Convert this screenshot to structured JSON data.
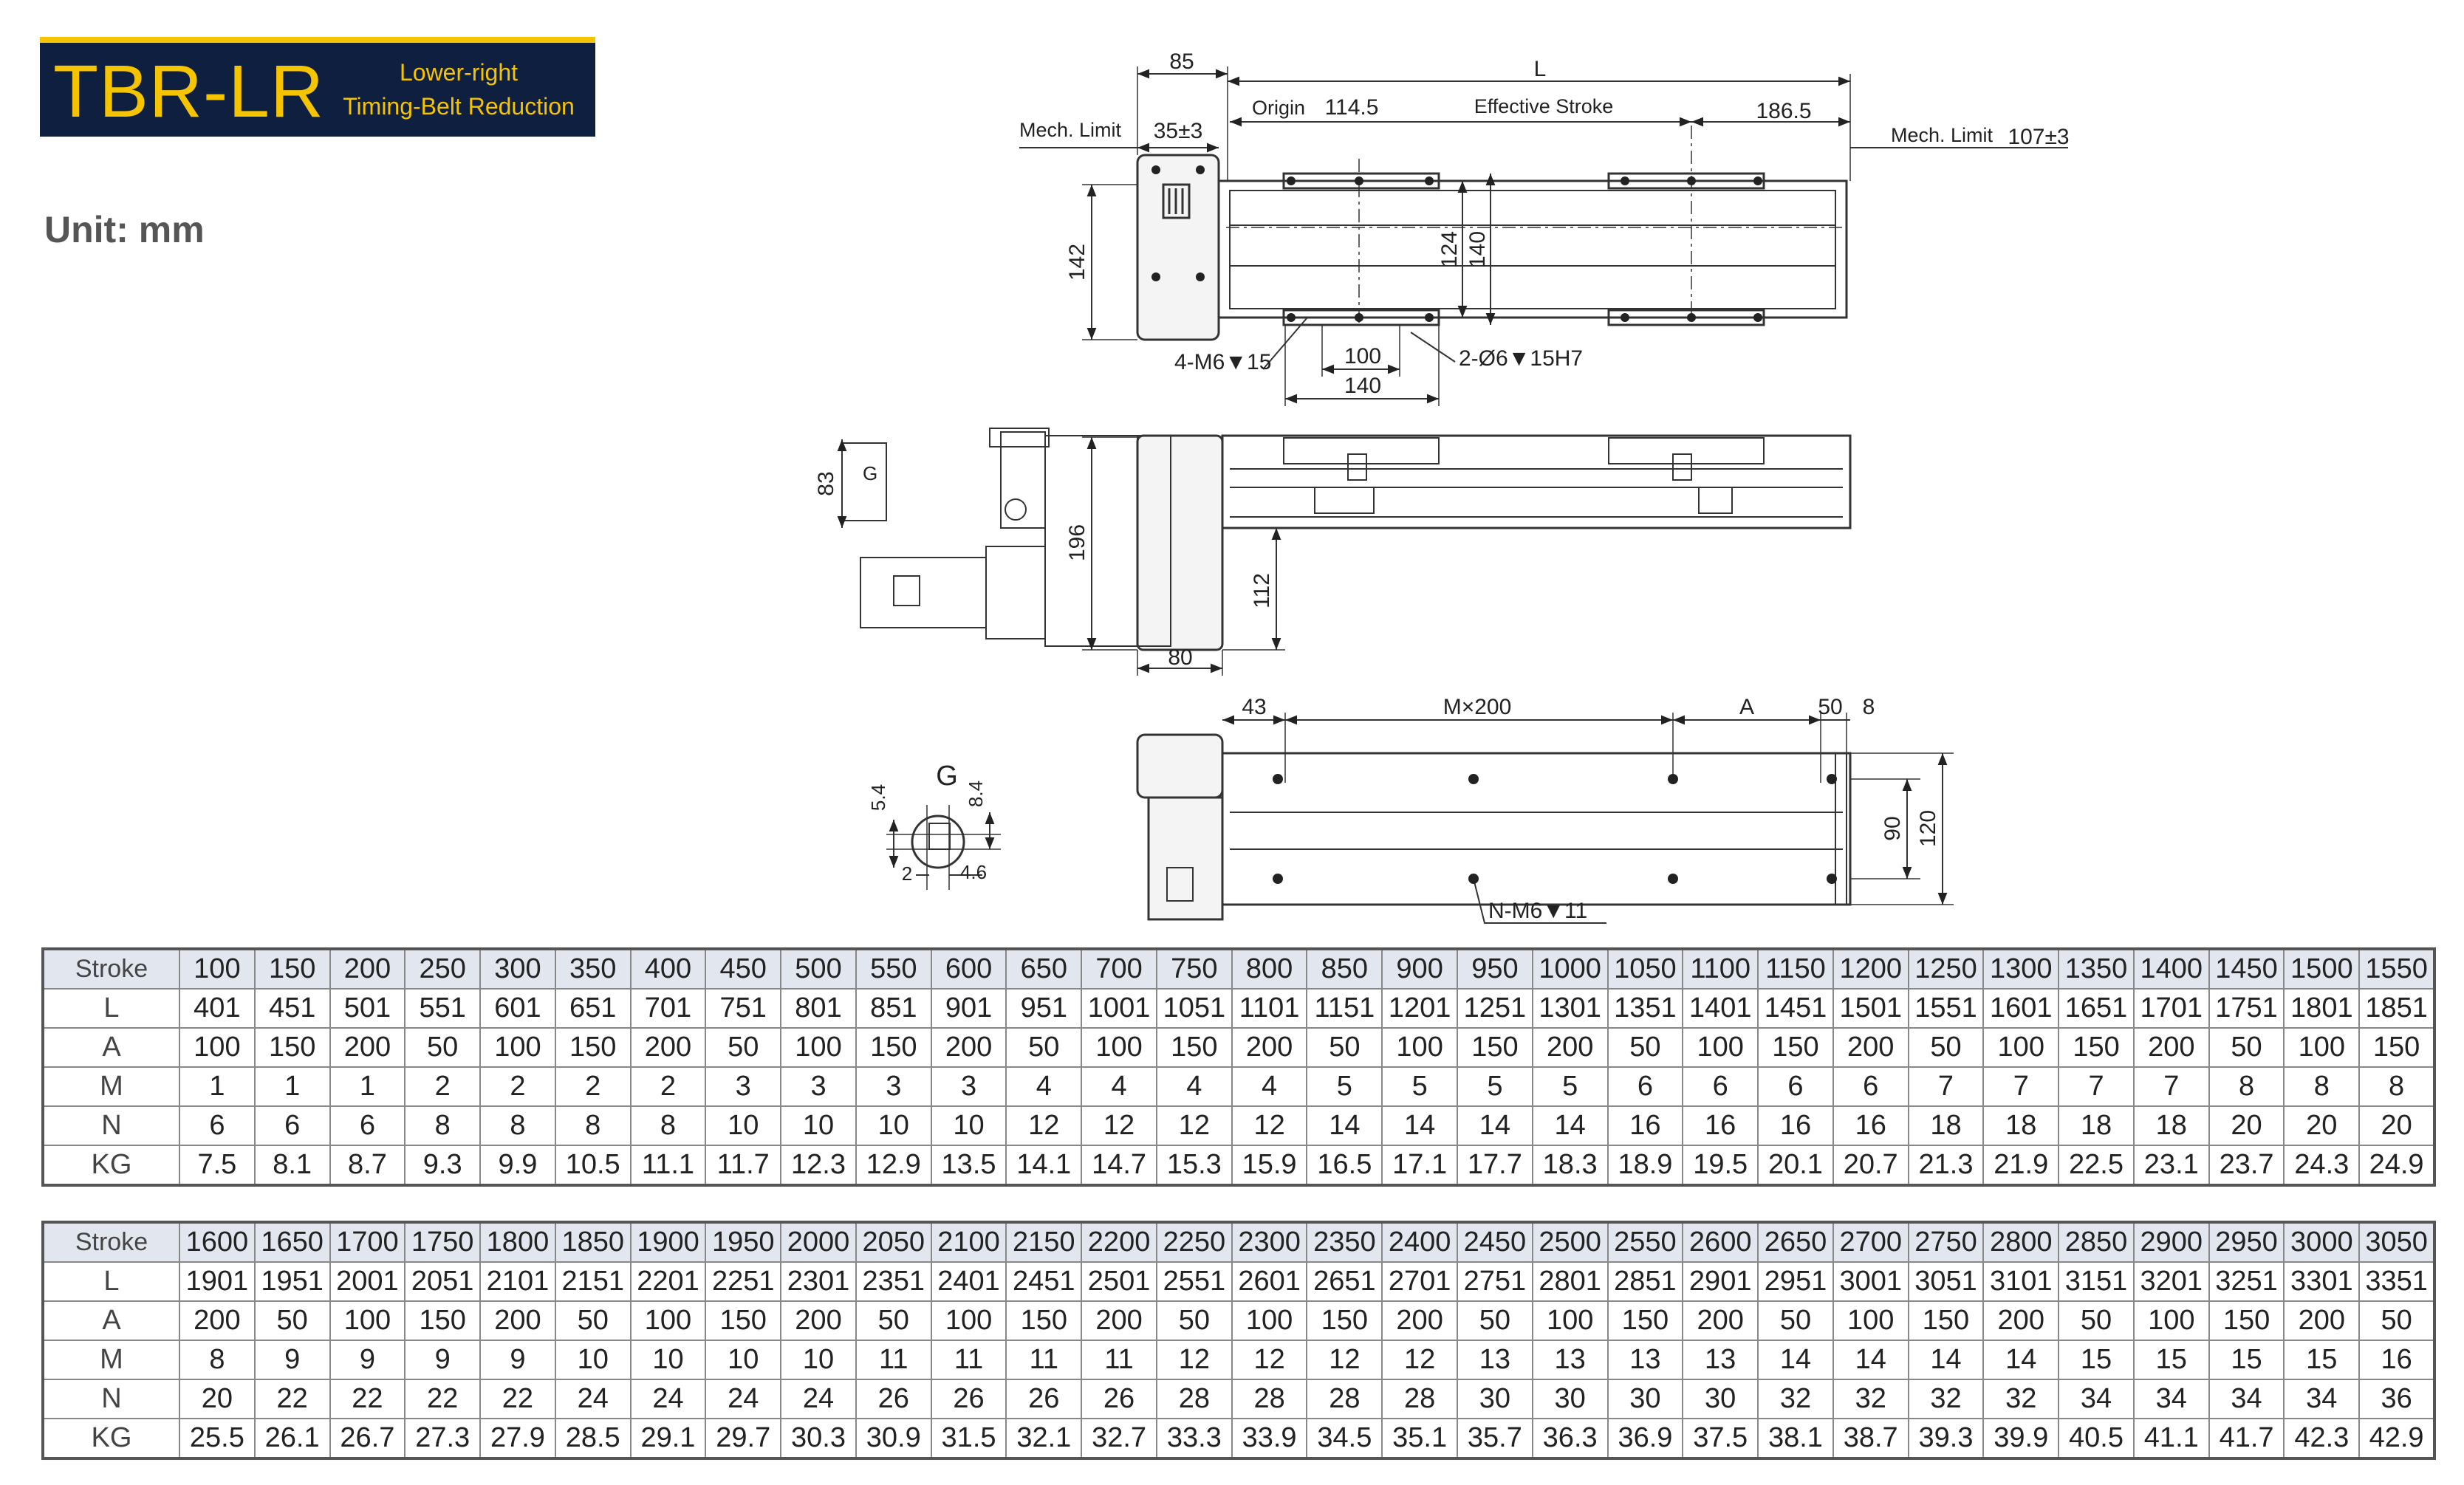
{
  "header": {
    "model": "TBR-LR",
    "subtitle_line1": "Lower-right",
    "subtitle_line2": "Timing-Belt Reduction",
    "unit": "Unit: mm"
  },
  "colors": {
    "title_bg": "#0f1f40",
    "title_accent": "#f5c400",
    "table_header_bg": "#e2e6ee"
  },
  "drawing": {
    "top_view": {
      "dim_85": "85",
      "dim_L": "L",
      "mech_limit_left": "Mech. Limit",
      "dim_35": "35±3",
      "origin": "Origin",
      "dim_114_5": "114.5",
      "effective_stroke": "Effective Stroke",
      "dim_186_5": "186.5",
      "mech_limit_right": "Mech. Limit",
      "dim_107": "107±3",
      "dim_142": "142",
      "dim_124": "124",
      "dim_140_v": "140",
      "dim_100": "100",
      "dim_140_h": "140",
      "callout_m6": "4-M6▼15",
      "callout_pin": "2-Ø6▼15H7"
    },
    "side_view": {
      "dim_83": "83",
      "label_g": "G",
      "dim_196": "196",
      "dim_112": "112",
      "dim_80": "80"
    },
    "bottom_view": {
      "dim_43": "43",
      "dim_m200": "M×200",
      "dim_a": "A",
      "dim_50": "50",
      "dim_8": "8",
      "dim_90": "90",
      "dim_120": "120",
      "callout_n": "N-M6▼11"
    },
    "detail_g": {
      "label": "G",
      "dim_5_4": "5.4",
      "dim_8_4": "8.4",
      "dim_2": "2",
      "dim_4_6": "4.6"
    }
  },
  "tables": [
    {
      "rows": [
        {
          "label": "Stroke",
          "values": [
            "100",
            "150",
            "200",
            "250",
            "300",
            "350",
            "400",
            "450",
            "500",
            "550",
            "600",
            "650",
            "700",
            "750",
            "800",
            "850",
            "900",
            "950",
            "1000",
            "1050",
            "1100",
            "1150",
            "1200",
            "1250",
            "1300",
            "1350",
            "1400",
            "1450",
            "1500",
            "1550"
          ]
        },
        {
          "label": "L",
          "values": [
            "401",
            "451",
            "501",
            "551",
            "601",
            "651",
            "701",
            "751",
            "801",
            "851",
            "901",
            "951",
            "1001",
            "1051",
            "1101",
            "1151",
            "1201",
            "1251",
            "1301",
            "1351",
            "1401",
            "1451",
            "1501",
            "1551",
            "1601",
            "1651",
            "1701",
            "1751",
            "1801",
            "1851"
          ]
        },
        {
          "label": "A",
          "values": [
            "100",
            "150",
            "200",
            "50",
            "100",
            "150",
            "200",
            "50",
            "100",
            "150",
            "200",
            "50",
            "100",
            "150",
            "200",
            "50",
            "100",
            "150",
            "200",
            "50",
            "100",
            "150",
            "200",
            "50",
            "100",
            "150",
            "200",
            "50",
            "100",
            "150"
          ]
        },
        {
          "label": "M",
          "values": [
            "1",
            "1",
            "1",
            "2",
            "2",
            "2",
            "2",
            "3",
            "3",
            "3",
            "3",
            "4",
            "4",
            "4",
            "4",
            "5",
            "5",
            "5",
            "5",
            "6",
            "6",
            "6",
            "6",
            "7",
            "7",
            "7",
            "7",
            "8",
            "8",
            "8"
          ]
        },
        {
          "label": "N",
          "values": [
            "6",
            "6",
            "6",
            "8",
            "8",
            "8",
            "8",
            "10",
            "10",
            "10",
            "10",
            "12",
            "12",
            "12",
            "12",
            "14",
            "14",
            "14",
            "14",
            "16",
            "16",
            "16",
            "16",
            "18",
            "18",
            "18",
            "18",
            "20",
            "20",
            "20"
          ]
        },
        {
          "label": "KG",
          "values": [
            "7.5",
            "8.1",
            "8.7",
            "9.3",
            "9.9",
            "10.5",
            "11.1",
            "11.7",
            "12.3",
            "12.9",
            "13.5",
            "14.1",
            "14.7",
            "15.3",
            "15.9",
            "16.5",
            "17.1",
            "17.7",
            "18.3",
            "18.9",
            "19.5",
            "20.1",
            "20.7",
            "21.3",
            "21.9",
            "22.5",
            "23.1",
            "23.7",
            "24.3",
            "24.9"
          ]
        }
      ]
    },
    {
      "rows": [
        {
          "label": "Stroke",
          "values": [
            "1600",
            "1650",
            "1700",
            "1750",
            "1800",
            "1850",
            "1900",
            "1950",
            "2000",
            "2050",
            "2100",
            "2150",
            "2200",
            "2250",
            "2300",
            "2350",
            "2400",
            "2450",
            "2500",
            "2550",
            "2600",
            "2650",
            "2700",
            "2750",
            "2800",
            "2850",
            "2900",
            "2950",
            "3000",
            "3050"
          ]
        },
        {
          "label": "L",
          "values": [
            "1901",
            "1951",
            "2001",
            "2051",
            "2101",
            "2151",
            "2201",
            "2251",
            "2301",
            "2351",
            "2401",
            "2451",
            "2501",
            "2551",
            "2601",
            "2651",
            "2701",
            "2751",
            "2801",
            "2851",
            "2901",
            "2951",
            "3001",
            "3051",
            "3101",
            "3151",
            "3201",
            "3251",
            "3301",
            "3351"
          ]
        },
        {
          "label": "A",
          "values": [
            "200",
            "50",
            "100",
            "150",
            "200",
            "50",
            "100",
            "150",
            "200",
            "50",
            "100",
            "150",
            "200",
            "50",
            "100",
            "150",
            "200",
            "50",
            "100",
            "150",
            "200",
            "50",
            "100",
            "150",
            "200",
            "50",
            "100",
            "150",
            "200",
            "50"
          ]
        },
        {
          "label": "M",
          "values": [
            "8",
            "9",
            "9",
            "9",
            "9",
            "10",
            "10",
            "10",
            "10",
            "11",
            "11",
            "11",
            "11",
            "12",
            "12",
            "12",
            "12",
            "13",
            "13",
            "13",
            "13",
            "14",
            "14",
            "14",
            "14",
            "15",
            "15",
            "15",
            "15",
            "16"
          ]
        },
        {
          "label": "N",
          "values": [
            "20",
            "22",
            "22",
            "22",
            "22",
            "24",
            "24",
            "24",
            "24",
            "26",
            "26",
            "26",
            "26",
            "28",
            "28",
            "28",
            "28",
            "30",
            "30",
            "30",
            "30",
            "32",
            "32",
            "32",
            "32",
            "34",
            "34",
            "34",
            "34",
            "36"
          ]
        },
        {
          "label": "KG",
          "values": [
            "25.5",
            "26.1",
            "26.7",
            "27.3",
            "27.9",
            "28.5",
            "29.1",
            "29.7",
            "30.3",
            "30.9",
            "31.5",
            "32.1",
            "32.7",
            "33.3",
            "33.9",
            "34.5",
            "35.1",
            "35.7",
            "36.3",
            "36.9",
            "37.5",
            "38.1",
            "38.7",
            "39.3",
            "39.9",
            "40.5",
            "41.1",
            "41.7",
            "42.3",
            "42.9"
          ]
        }
      ]
    }
  ]
}
